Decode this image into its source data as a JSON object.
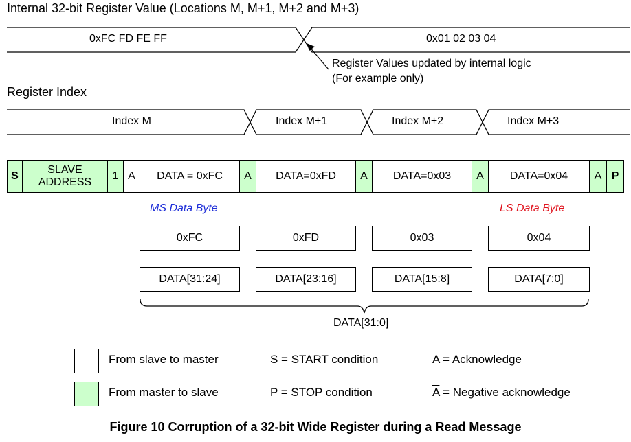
{
  "register_value": {
    "title": "Internal 32-bit Register Value (Locations M, M+1, M+2 and M+3)",
    "old_value": "0xFC FD FE FF",
    "new_value": "0x01 02 03 04",
    "annotation_line1": "Register Values updated by internal logic",
    "annotation_line2": "(For example only)"
  },
  "register_index": {
    "title": "Register Index",
    "segments": [
      "Index M",
      "Index M+1",
      "Index M+2",
      "Index M+3"
    ]
  },
  "message": {
    "start": "S",
    "slave_address_line1": "SLAVE",
    "slave_address_line2": "ADDRESS",
    "rw_bit": "1",
    "ack": "A",
    "data1": "DATA = 0xFC",
    "data2": "DATA=0xFD",
    "data3": "DATA=0x03",
    "data4": "DATA=0x04",
    "nack": "A",
    "stop": "P"
  },
  "byte_labels": {
    "ms": "MS Data Byte",
    "ls": "LS Data Byte",
    "ms_color": "#1f2fd8",
    "ls_color": "#e0141e"
  },
  "bytes": [
    "0xFC",
    "0xFD",
    "0x03",
    "0x04"
  ],
  "bit_ranges": [
    "DATA[31:24]",
    "DATA[23:16]",
    "DATA[15:8]",
    "DATA[7:0]"
  ],
  "word_range": "DATA[31:0]",
  "legend": {
    "slave_to_master": "From slave to master",
    "master_to_slave": "From master to slave",
    "start_def": "S = START condition",
    "stop_def": "P = STOP condition",
    "ack_def": "A = Acknowledge",
    "nack_symbol": "A",
    "nack_def": " = Negative acknowledge"
  },
  "colors": {
    "master_to_slave": "#ccffcc",
    "slave_to_master": "#ffffff"
  },
  "caption": "Figure 10 Corruption of a 32-bit Wide Register during a Read Message"
}
